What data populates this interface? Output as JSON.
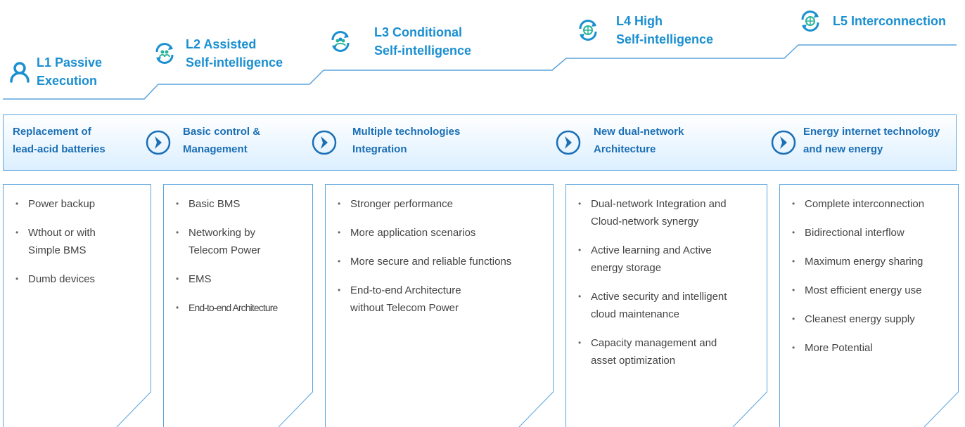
{
  "levels": [
    {
      "id": "L1",
      "line1": "L1 Passive",
      "line2": "Execution",
      "icon": "person-icon"
    },
    {
      "id": "L2",
      "line1": "L2 Assisted",
      "line2": "Self-intelligence",
      "icon": "cycle-people-icon"
    },
    {
      "id": "L3",
      "line1": "L3 Conditional",
      "line2": "Self-intelligence",
      "icon": "cycle-people-icon"
    },
    {
      "id": "L4",
      "line1": "L4 High",
      "line2": "Self-intelligence",
      "icon": "cycle-globe-icon"
    },
    {
      "id": "L5",
      "line1": "L5 Interconnection",
      "line2": "",
      "icon": "cycle-globe-icon"
    }
  ],
  "stages": [
    {
      "line1": "Replacement of",
      "line2": "lead-acid batteries"
    },
    {
      "line1": "Basic control &",
      "line2": "Management"
    },
    {
      "line1": "Multiple technologies",
      "line2": "Integration"
    },
    {
      "line1": "New dual-network",
      "line2": "Architecture"
    },
    {
      "line1": "Energy internet technology",
      "line2": "and new energy"
    }
  ],
  "panels": [
    {
      "items": [
        {
          "line1": "Power backup",
          "line2": ""
        },
        {
          "line1": "Wthout or with",
          "line2": "Simple BMS"
        },
        {
          "line1": "Dumb devices",
          "line2": ""
        }
      ]
    },
    {
      "items": [
        {
          "line1": "Basic BMS",
          "line2": ""
        },
        {
          "line1": "Networking by",
          "line2": "Telecom Power"
        },
        {
          "line1": "EMS",
          "line2": ""
        },
        {
          "line1": "End-to-end Architecture",
          "line2": ""
        }
      ]
    },
    {
      "items": [
        {
          "line1": "Stronger performance",
          "line2": ""
        },
        {
          "line1": "More application scenarios",
          "line2": ""
        },
        {
          "line1": "More secure and reliable functions",
          "line2": ""
        },
        {
          "line1": "End-to-end Architecture",
          "line2": "without Telecom Power"
        }
      ]
    },
    {
      "items": [
        {
          "line1": "Dual-network Integration and",
          "line2": "Cloud-network  synergy"
        },
        {
          "line1": "Active learning and Active",
          "line2": "energy storage"
        },
        {
          "line1": "Active security and intelligent",
          "line2": "cloud maintenance"
        },
        {
          "line1": "Capacity management and",
          "line2": "asset optimization"
        }
      ]
    },
    {
      "items": [
        {
          "line1": "Complete interconnection",
          "line2": ""
        },
        {
          "line1": "Bidirectional interflow",
          "line2": ""
        },
        {
          "line1": "Maximum energy sharing",
          "line2": ""
        },
        {
          "line1": "Most efficient energy use",
          "line2": ""
        },
        {
          "line1": "Cleanest energy supply",
          "line2": ""
        },
        {
          "line1": "More Potential",
          "line2": ""
        }
      ]
    }
  ],
  "colors": {
    "accent": "#1a8fd1",
    "stage_text": "#1a6fb5",
    "line": "#5aa4de",
    "chevron": "#1a6fb5"
  }
}
